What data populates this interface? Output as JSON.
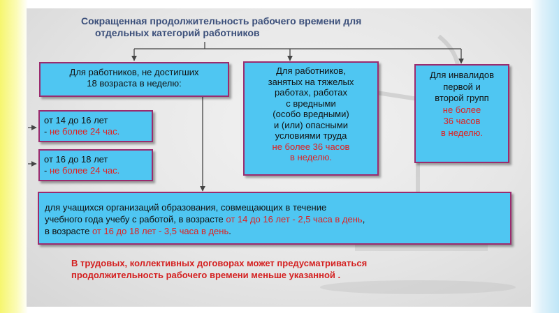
{
  "title": {
    "line1": "Сокращенная продолжительность рабочего  времени для",
    "line2": "отдельных категорий работников"
  },
  "box_minors": {
    "line1": "Для работников, не достигших",
    "line2": "18 возраста в неделю:"
  },
  "box_14_16": {
    "line1": "от 14 до 16 лет",
    "line2_prefix": "- ",
    "line2_red": "не более 24 час."
  },
  "box_16_18": {
    "line1": "от 16 до 18 лет",
    "line2_prefix": "- ",
    "line2_red": "не более 24 час."
  },
  "box_hazard": {
    "lines": [
      "Для работников,",
      "занятых на тяжелых",
      "работах, работах",
      "с вредными",
      "(особо вредными)",
      "и (или) опасными",
      "условиями труда"
    ],
    "red_lines": [
      "не более 36 часов",
      "в неделю."
    ]
  },
  "box_disabled": {
    "lines": [
      "Для инвалидов",
      "первой и",
      "второй групп"
    ],
    "red_lines": [
      "не более",
      "36 часов",
      "в неделю."
    ]
  },
  "box_students": {
    "line1": "для учащихся организаций образования, совмещающих в течение",
    "line2_text": "учебного года учебу с работой, в возрасте ",
    "line2_red": "от 14  до 16 лет - 2,5 часа в день",
    "line2_end": ",",
    "line3_text": "в возрасте ",
    "line3_red": "от 16 до 18 лет - 3,5 часа в день",
    "line3_end": "."
  },
  "note": {
    "line1": "В трудовых, коллективных договорах может предусматриваться",
    "line2": "продолжительность рабочего времени меньше указанной  ."
  }
}
